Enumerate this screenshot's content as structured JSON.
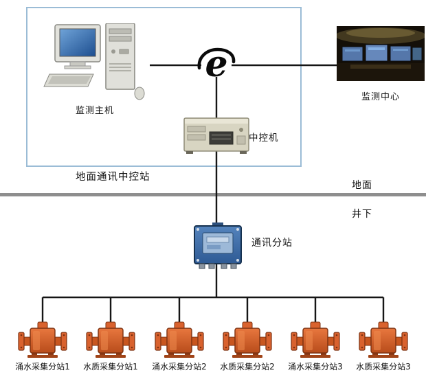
{
  "diagram": {
    "ground_station_label": "地面通讯中控站",
    "nodes": {
      "monitor_host": {
        "label": "监测主机"
      },
      "monitor_center": {
        "label": "监测中心"
      },
      "central_control": {
        "label": "中控机"
      },
      "comm_substation": {
        "label": "通讯分站"
      }
    },
    "zones": {
      "surface": "地面",
      "underground": "井下"
    },
    "devices": [
      {
        "label": "涌水采集分站1"
      },
      {
        "label": "水质采集分站1"
      },
      {
        "label": "涌水采集分站2"
      },
      {
        "label": "水质采集分站2"
      },
      {
        "label": "涌水采集分站3"
      },
      {
        "label": "水质采集分站3"
      }
    ],
    "icons": {
      "internet": "internet-e-icon",
      "computer": "desktop-computer-icon",
      "server": "rack-server-icon",
      "substation": "junction-box-icon",
      "device": "pump-device-icon",
      "control_room": "control-room-photo"
    },
    "colors": {
      "ground_box_border": "#9bbcd6",
      "divider_gray": "#8e8e8e",
      "wire_black": "#151515",
      "substation_blue": "#3f6fae",
      "device_orange": "#d9622e"
    }
  }
}
